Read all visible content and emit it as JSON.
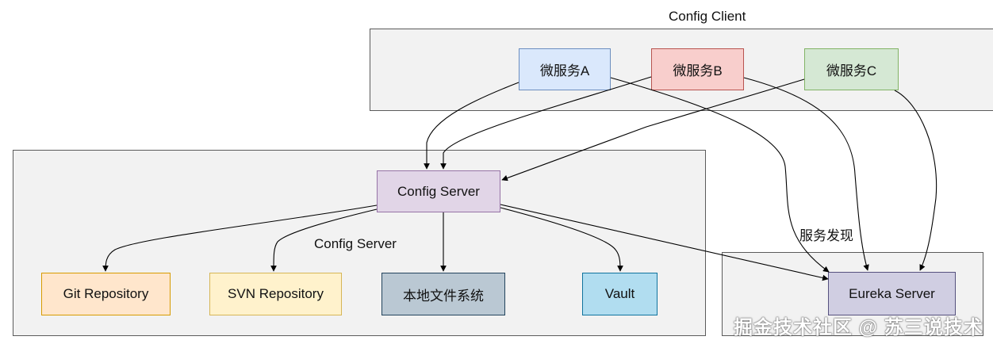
{
  "groups": {
    "client_title": "Config Client",
    "server_title": "Config Server",
    "discovery_title": "服务发现"
  },
  "nodes": {
    "microservice_a": "微服务A",
    "microservice_b": "微服务B",
    "microservice_c": "微服务C",
    "config_server": "Config Server",
    "git_repo": "Git Repository",
    "svn_repo": "SVN Repository",
    "local_fs": "本地文件系统",
    "vault": "Vault",
    "eureka": "Eureka Server"
  },
  "watermark": "掘金技术社区 @ 苏三说技术",
  "colors": {
    "region_fill": "#f2f2f2",
    "region_border": "#5b5b5b",
    "ms_a_fill": "#dae8fc",
    "ms_a_border": "#6c8ebf",
    "ms_b_fill": "#f8cecc",
    "ms_b_border": "#b85450",
    "ms_c_fill": "#d5e8d4",
    "ms_c_border": "#82b366",
    "config_fill": "#e1d5e7",
    "config_border": "#9673a6",
    "git_fill": "#ffe6cc",
    "git_border": "#d79b00",
    "svn_fill": "#fff2cc",
    "svn_border": "#d6b656",
    "fs_fill": "#bac8d3",
    "fs_border": "#23445d",
    "vault_fill": "#b1ddf0",
    "vault_border": "#10739e",
    "eureka_fill": "#d0cee2",
    "eureka_border": "#56517e"
  }
}
